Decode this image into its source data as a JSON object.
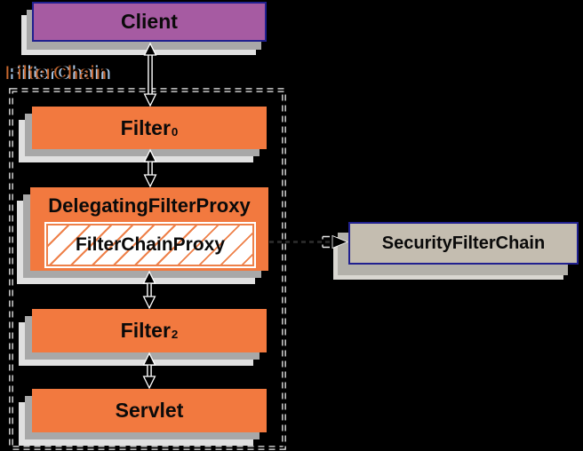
{
  "colors": {
    "orange": "#f2793f",
    "hatch_orange": "#ee8049",
    "purple": "#a65ba2",
    "navy": "#20208f",
    "beige": "#c4bdb0",
    "shadow_inner": "#a8a8a8",
    "shadow_outer": "#e0e0e0",
    "fringe_orange": "#c8682e",
    "fringe_blue": "#a6c6e6"
  },
  "diagram": {
    "boundary_label": "FilterChain",
    "nodes": {
      "client": {
        "label": "Client"
      },
      "filter0": {
        "label": "Filter",
        "subscript": "0"
      },
      "delegating_filter_proxy": {
        "label": "DelegatingFilterProxy"
      },
      "filter_chain_proxy": {
        "label": "FilterChainProxy"
      },
      "filter2": {
        "label": "Filter",
        "subscript": "2"
      },
      "servlet": {
        "label": "Servlet"
      },
      "security_filter_chain": {
        "label": "SecurityFilterChain"
      }
    }
  }
}
